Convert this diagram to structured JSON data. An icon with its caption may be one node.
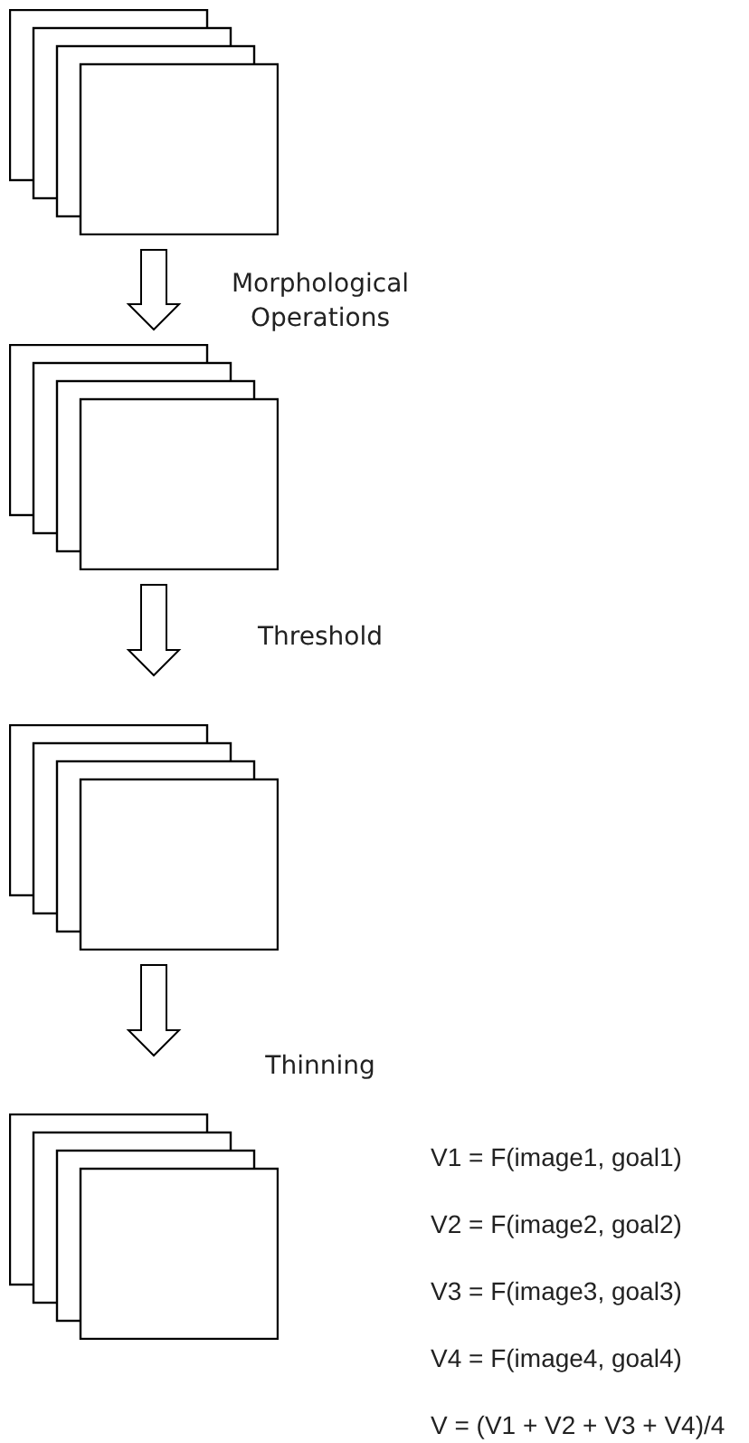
{
  "diagram": {
    "nodes": [
      {
        "text": [],
        "shape": "box"
      },
      {
        "text": [],
        "shape": "box"
      },
      {
        "text": [],
        "shape": "box"
      },
      {
        "text": [],
        "shape": "box"
      }
    ],
    "edges": [
      {
        "from": 0,
        "to": 1,
        "arrow": "to",
        "label": "Morphological Operations"
      },
      {
        "from": 1,
        "to": 2,
        "arrow": "to",
        "label": "Threshold"
      },
      {
        "from": 2,
        "to": 3,
        "arrow": "to",
        "label": "Thinning"
      }
    ],
    "labels": [
      "V1 = F(image1, goal1)",
      "V2 = F(image2, goal2)",
      "V3 = F(image3, goal3)",
      "V4 = F(image4, goal4)",
      "V = (V1 + V2 + V3 + V4)/4"
    ]
  }
}
